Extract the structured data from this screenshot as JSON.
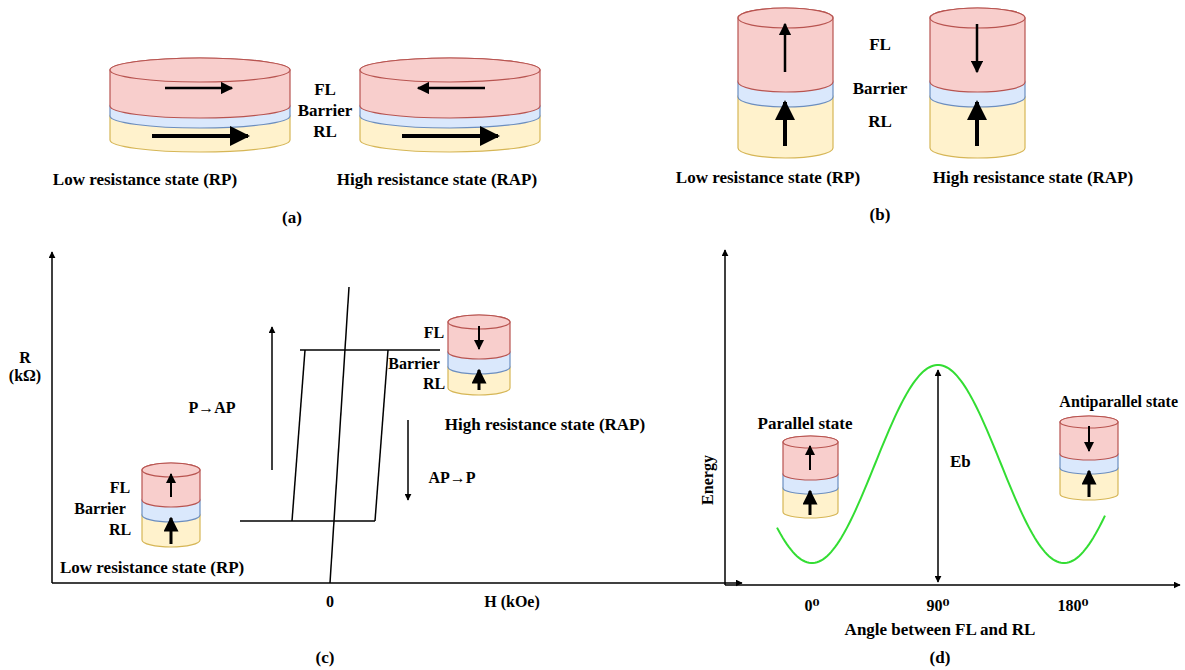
{
  "diagram": {
    "labels": [
      "FL",
      "Barrier",
      "RL",
      "Low resistance state (RP)",
      "High resistance state (RAP)",
      "(a)",
      "FL",
      "Barrier",
      "RL",
      "Low resistance state (RP)",
      "High resistance state (RAP)",
      "(b)",
      "R (kΩ)",
      "P→AP",
      "AP→P",
      "FL",
      "Barrier",
      "RL",
      "High resistance state (RAP)",
      "FL",
      "Barrier",
      "RL",
      "Low resistance state (RP)",
      "0",
      "H (kOe)",
      "(c)",
      "Energy",
      "Parallel state",
      "Antiparallel state",
      "Eb",
      "0⁰",
      "90⁰",
      "180⁰",
      "Angle between FL and RL",
      "(d)"
    ]
  }
}
